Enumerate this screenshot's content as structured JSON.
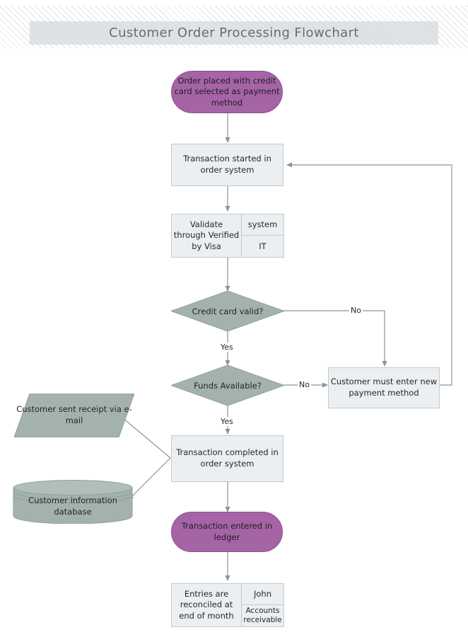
{
  "header": {
    "title": "Customer Order Processing Flowchart",
    "banner_pattern": "diagonal-hatch",
    "bar_color": "#d6dbde",
    "title_color": "#666c70"
  },
  "palette": {
    "terminator_fill": "#a564a6",
    "terminator_stroke": "#8d4f8e",
    "process_fill": "#eceff1",
    "process_stroke": "#c3c9cc",
    "decision_fill": "#a3b2ad",
    "decision_stroke": "#8fa09a",
    "data_fill": "#a3b2ad",
    "data_stroke": "#8fa09a",
    "connector": "#8c9396",
    "text": "#262626"
  },
  "nodes": {
    "start": {
      "type": "terminator",
      "label": "Order placed with credit card selected as payment method"
    },
    "transaction_started": {
      "type": "process",
      "label": "Transaction started in order system"
    },
    "validate": {
      "type": "split-process",
      "label": "Validate through Verified by Visa",
      "cell_top": "system",
      "cell_bottom": "IT"
    },
    "credit_card_valid": {
      "type": "decision",
      "label": "Credit card valid?"
    },
    "funds_available": {
      "type": "decision",
      "label": "Funds Available?"
    },
    "new_payment_method": {
      "type": "process",
      "label": "Customer must enter new payment method"
    },
    "transaction_completed": {
      "type": "process",
      "label": "Transaction completed in order system"
    },
    "receipt_email": {
      "type": "data",
      "label": "Customer sent receipt via e-mail"
    },
    "customer_database": {
      "type": "database",
      "label": "Customer information database"
    },
    "ledger": {
      "type": "terminator",
      "label": "Transaction entered in ledger"
    },
    "reconcile": {
      "type": "split-process",
      "label": "Entries are reconciled at end of month",
      "cell_top": "John",
      "cell_bottom": "Accounts receivable"
    }
  },
  "edge_labels": {
    "credit_yes": "Yes",
    "credit_no": "No",
    "funds_yes": "Yes",
    "funds_no": "No"
  }
}
